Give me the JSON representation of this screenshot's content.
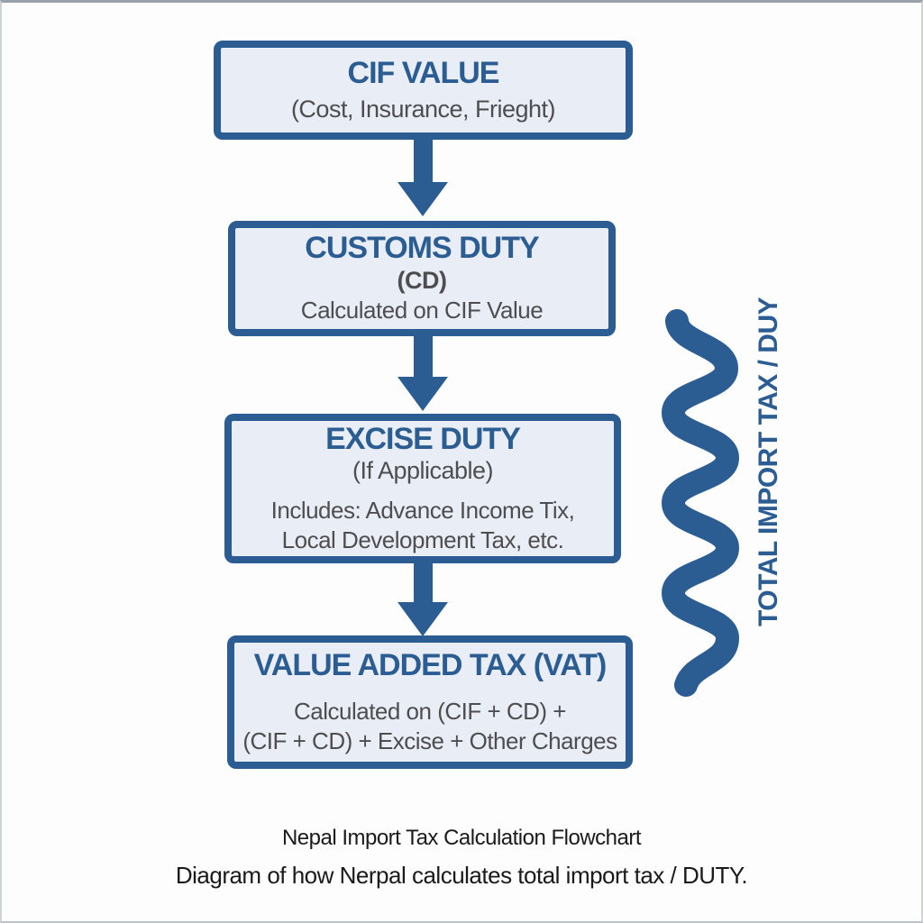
{
  "colors": {
    "accent_blue": "#2b5d93",
    "box_fill": "#e9edf6",
    "body_gray": "#4e4e50",
    "caption_black": "#1a1a1a"
  },
  "flowchart": {
    "box_cif": {
      "title": "CIF VALUE",
      "subtitle": "(Cost, Insurance, Frieght)"
    },
    "box_customs": {
      "title": "CUSTOMS DUTY",
      "code": "(CD)",
      "note": "Calculated on CIF Value"
    },
    "box_excise": {
      "title": "EXCISE DUTY",
      "subtitle": "(If Applicable)",
      "note_line1": "Includes: Advance Income Tix,",
      "note_line2": "Local Development Tax, etc."
    },
    "box_vat": {
      "title": "VALUE ADDED TAX (VAT)",
      "note_line1": "Calculated on (CIF + CD) +",
      "note_line2": "(CIF + CD) + Excise + Other Charges"
    },
    "side_label": "TOTAL IMPORT TAX / DUY"
  },
  "captions": {
    "line1": "Nepal Import Tax Calculation Flowchart",
    "line2": "Diagram of how Nerpal calculates total import tax / DUTY."
  }
}
